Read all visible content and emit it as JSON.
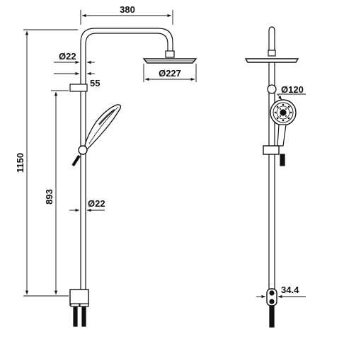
{
  "dimensions": {
    "top_width": "380",
    "pipe_diameter_top": "Ø22",
    "offset": "55",
    "head_diameter": "Ø227",
    "total_height": "1150",
    "bar_height": "893",
    "pipe_diameter_low": "Ø22",
    "hand_shower_diameter": "Ø120",
    "inlet_width": "34.4"
  },
  "colors": {
    "line": "#111111",
    "fill_dark": "#1a1a1a",
    "fill_light": "#ffffff"
  }
}
